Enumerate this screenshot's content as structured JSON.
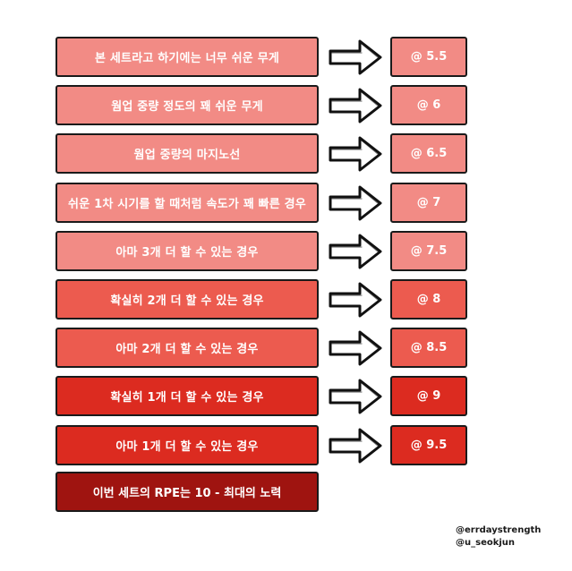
{
  "rows": [
    {
      "description": "본 세트라고 하기에는 너무 쉬운 무게",
      "rpe": "@ 5.5",
      "color": "#f28b85"
    },
    {
      "description": "웜업 중량 정도의 꽤 쉬운 무게",
      "rpe": "@ 6",
      "color": "#f28b85"
    },
    {
      "description": "웜업 중량의 마지노선",
      "rpe": "@ 6.5",
      "color": "#f28b85"
    },
    {
      "description": "쉬운 1차 시기를 할 때처럼 속도가 꽤 빠른 경우",
      "rpe": "@ 7",
      "color": "#f28b85"
    },
    {
      "description": "아마 3개 더 할 수 있는 경우",
      "rpe": "@ 7.5",
      "color": "#f28b85"
    },
    {
      "description": "확실히 2개 더 할 수 있는 경우",
      "rpe": "@ 8",
      "color": "#ec5b4f"
    },
    {
      "description": "아마 2개 더 할 수 있는 경우",
      "rpe": "@ 8.5",
      "color": "#ec5b4f"
    },
    {
      "description": "확실히 1개 더 할 수 있는 경우",
      "rpe": "@ 9",
      "color": "#dc2b20"
    },
    {
      "description": "아마 1개 더 할 수 있는 경우",
      "rpe": "@ 9.5",
      "color": "#dc2b20"
    }
  ],
  "final": {
    "text": "이번 세트의 RPE는 10 - 최대의 노력",
    "color": "#9f1410"
  },
  "credits": {
    "line1": "@errdaystrength",
    "line2": "@u_seokjun"
  },
  "icons": {
    "arrow": "right-arrow-icon"
  }
}
